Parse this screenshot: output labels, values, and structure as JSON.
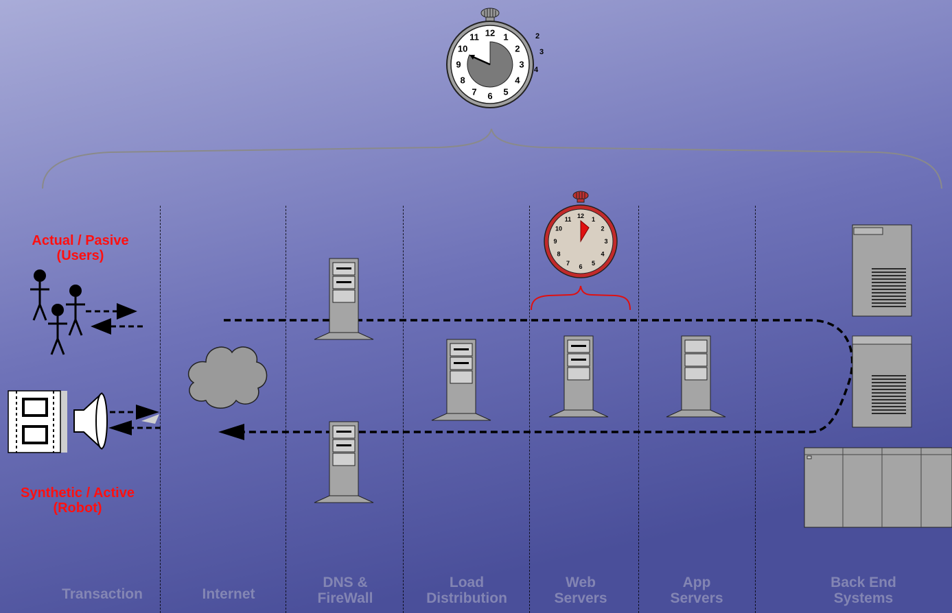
{
  "left_labels": {
    "actual_line1": "Actual / Pasive",
    "actual_line2": "(Users)",
    "synthetic_line1": "Synthetic / Active",
    "synthetic_line2": "(Robot)"
  },
  "columns": [
    {
      "line1": "Transaction",
      "line2": ""
    },
    {
      "line1": "Internet",
      "line2": ""
    },
    {
      "line1": "DNS &",
      "line2": "FireWall"
    },
    {
      "line1": "Load",
      "line2": "Distribution"
    },
    {
      "line1": "Web",
      "line2": "Servers"
    },
    {
      "line1": "App",
      "line2": "Servers"
    },
    {
      "line1": "Back End",
      "line2": "Systems"
    }
  ],
  "big_clock": {
    "numbers": [
      "12",
      "1",
      "2",
      "3",
      "4",
      "5",
      "6",
      "7",
      "8",
      "9",
      "10",
      "11"
    ],
    "outer_numbers": [
      "2",
      "3",
      "4"
    ]
  },
  "small_clock": {
    "numbers": [
      "12",
      "1",
      "2",
      "3",
      "4",
      "5",
      "6",
      "7",
      "8",
      "9",
      "10",
      "11"
    ]
  },
  "colors": {
    "background_top": "#a4a8d4",
    "background_bottom": "#4c509c",
    "accent_red": "#ff1010",
    "flow_line": "#000000"
  }
}
